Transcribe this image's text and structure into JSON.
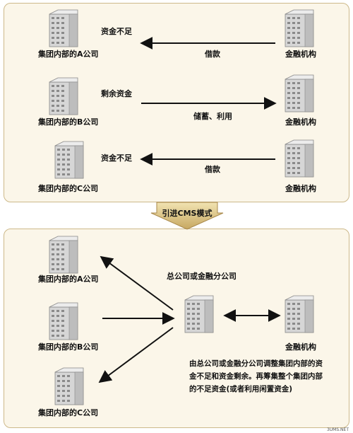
{
  "top_section": {
    "rows": [
      {
        "company": "集团内部的A公司",
        "fund_status": "资金不足",
        "flow": "借款",
        "bank": "金融机构"
      },
      {
        "company": "集团内部的B公司",
        "fund_status": "剩余资金",
        "flow": "储蓄、利用",
        "bank": "金融机构"
      },
      {
        "company": "集团内部的C公司",
        "fund_status": "资金不足",
        "flow": "借款",
        "bank": "金融机构"
      }
    ]
  },
  "transition": {
    "label": "引进CMS模式"
  },
  "bottom_section": {
    "companies": [
      "集团内部的A公司",
      "集团内部的B公司",
      "集团内部的C公司"
    ],
    "hub_label": "总公司或金融分公司",
    "bank_label": "金融机构",
    "description": "由总公司或金融分公司调整集团内部的资金不足和资金剩余。再筹集整个集团内部的不足资金(或者利用闲置资金)"
  },
  "watermark": "3UMS.NET"
}
